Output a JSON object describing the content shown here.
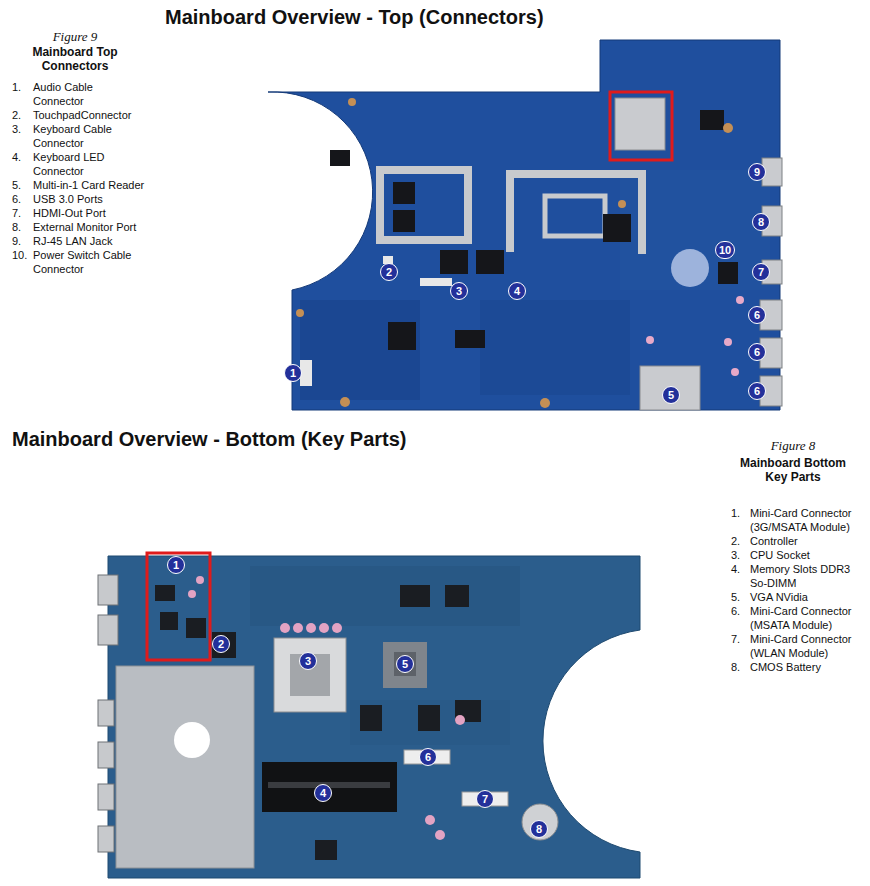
{
  "diagram": {
    "title": "Mainboard Overview - Top (Connectors)",
    "nodes": [
      {
        "text": [
          "1"
        ]
      },
      {
        "text": [
          "2"
        ]
      },
      {
        "text": [
          "3"
        ]
      },
      {
        "text": [
          "4"
        ]
      },
      {
        "text": [
          "5"
        ]
      },
      {
        "text": [
          "6"
        ]
      },
      {
        "text": [
          "6"
        ]
      },
      {
        "text": [
          "6"
        ]
      },
      {
        "text": [
          "7"
        ]
      },
      {
        "text": [
          "8"
        ]
      },
      {
        "text": [
          "9"
        ]
      },
      {
        "text": [
          "10"
        ]
      },
      {
        "text": [
          "1"
        ]
      },
      {
        "text": [
          "2"
        ]
      },
      {
        "text": [
          "3"
        ]
      },
      {
        "text": [
          "4"
        ]
      },
      {
        "text": [
          "5"
        ]
      },
      {
        "text": [
          "6"
        ]
      },
      {
        "text": [
          "7"
        ]
      },
      {
        "text": [
          "8"
        ]
      }
    ],
    "labels": [
      "Figure 9",
      "Mainboard Top Connectors",
      "1.",
      "Audio Cable Connector",
      "2.",
      "TouchpadConnector",
      "3.",
      "Keyboard Cable Connector",
      "4.",
      "Keyboard LED Connector",
      "5.",
      "Multi-in-1 Card Reader",
      "6.",
      "USB 3.0 Ports",
      "7.",
      "HDMI-Out Port",
      "8.",
      "External Monitor Port",
      "9.",
      "RJ-45 LAN Jack",
      "10.",
      "Power Switch Cable Connector",
      "Mainboard Overview - Bottom (Key Parts)",
      "Figure 8",
      "Mainboard Bottom Key Parts",
      "1.",
      "Mini-Card Connector (3G/MSATA Module)",
      "2.",
      "Controller",
      "3.",
      "CPU Socket",
      "4.",
      "Memory Slots DDR3 So-DIMM",
      "5.",
      "VGA NVidia",
      "6.",
      "Mini-Card Connector (MSATA Module)",
      "7.",
      "Mini-Card Connector (WLAN Module)",
      "8.",
      "CMOS Battery"
    ]
  }
}
